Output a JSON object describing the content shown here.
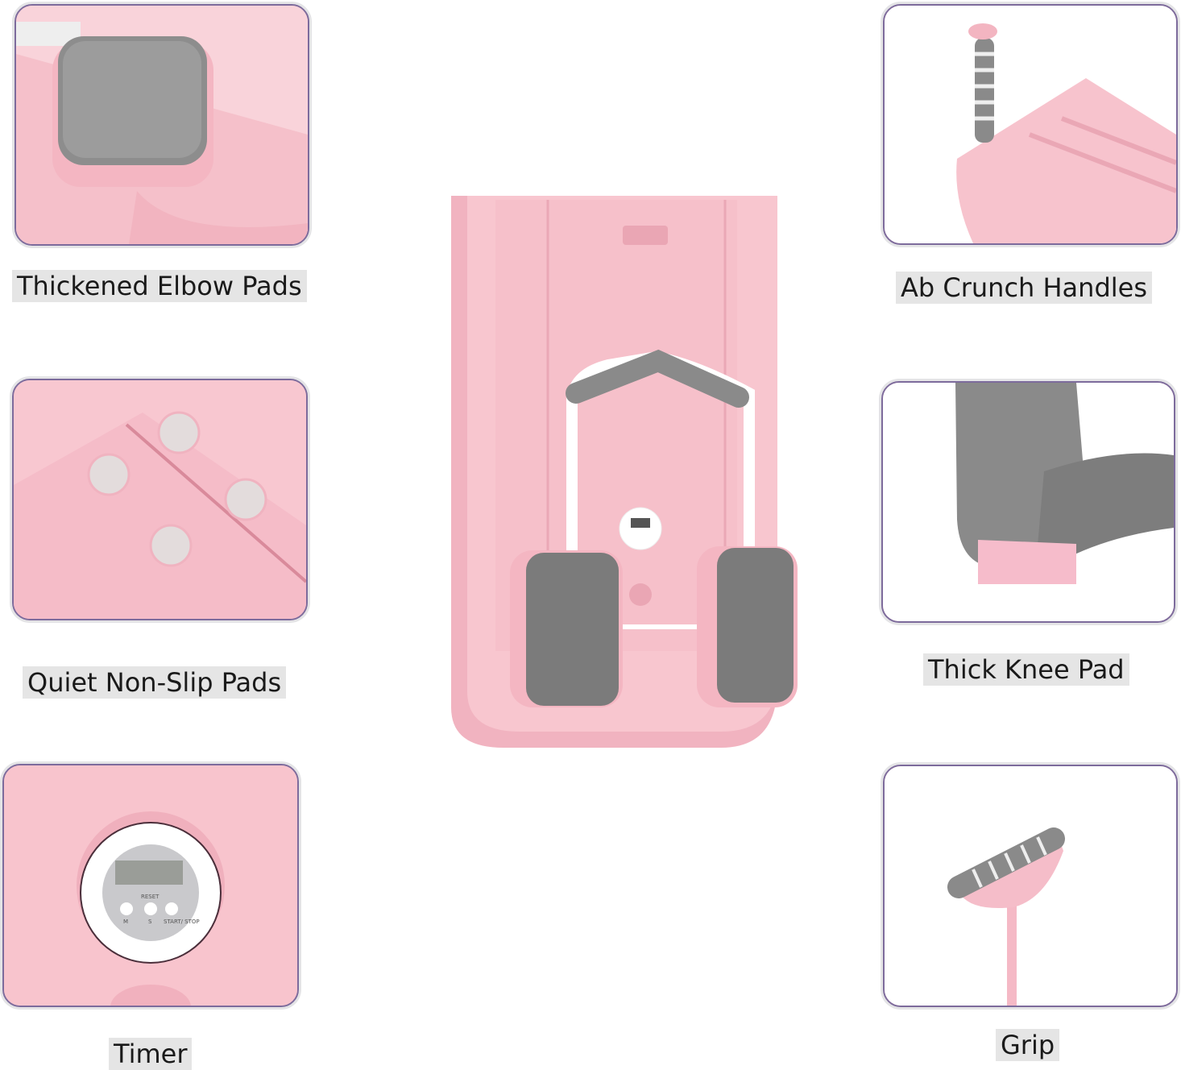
{
  "features": [
    {
      "id": "elbow",
      "label": "Thickened Elbow Pads"
    },
    {
      "id": "handles",
      "label": "Ab Crunch Handles"
    },
    {
      "id": "nonslip",
      "label": "Quiet Non-Slip Pads"
    },
    {
      "id": "knee",
      "label": "Thick Knee Pad"
    },
    {
      "id": "timer",
      "label": "Timer"
    },
    {
      "id": "grip",
      "label": "Grip"
    }
  ],
  "timer_device": {
    "reset": "RESET",
    "m": "M",
    "s": "S",
    "start_stop": "START/ STOP"
  },
  "colors": {
    "product_pink": "#f7c3cd",
    "pad_gray": "#7b7b7b",
    "panel_border": "#7d6b9c",
    "label_bg": "#e5e5e5"
  }
}
